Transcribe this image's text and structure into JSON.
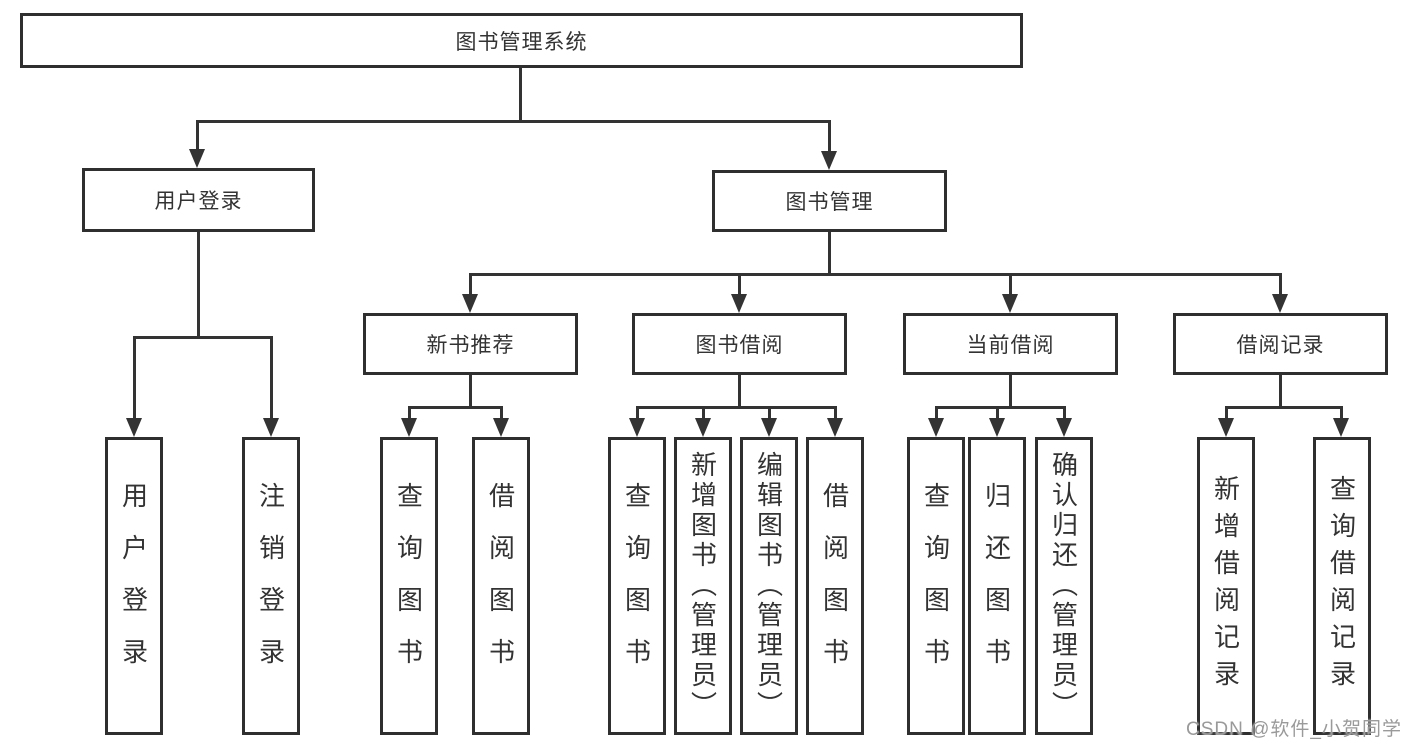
{
  "diagram": {
    "root": {
      "label": "图书管理系统"
    },
    "level2": [
      {
        "label": "用户登录"
      },
      {
        "label": "图书管理"
      }
    ],
    "level3": [
      {
        "label": "新书推荐",
        "parent": "图书管理"
      },
      {
        "label": "图书借阅",
        "parent": "图书管理"
      },
      {
        "label": "当前借阅",
        "parent": "图书管理"
      },
      {
        "label": "借阅记录",
        "parent": "图书管理"
      }
    ],
    "leaves": [
      {
        "label": "用户登录",
        "parent": "用户登录"
      },
      {
        "label": "注销登录",
        "parent": "用户登录"
      },
      {
        "label": "查询图书",
        "parent": "新书推荐"
      },
      {
        "label": "借阅图书",
        "parent": "新书推荐"
      },
      {
        "label": "查询图书",
        "parent": "图书借阅"
      },
      {
        "label": "新增图书（管理员）",
        "parent": "图书借阅"
      },
      {
        "label": "编辑图书（管理员）",
        "parent": "图书借阅"
      },
      {
        "label": "借阅图书",
        "parent": "图书借阅"
      },
      {
        "label": "查询图书",
        "parent": "当前借阅"
      },
      {
        "label": "归还图书",
        "parent": "当前借阅"
      },
      {
        "label": "确认归还（管理员）",
        "parent": "当前借阅"
      },
      {
        "label": "新增借阅记录",
        "parent": "借阅记录"
      },
      {
        "label": "查询借阅记录",
        "parent": "借阅记录"
      }
    ]
  },
  "watermark": "CSDN @软件_小贺同学",
  "colors": {
    "line": "#333333",
    "border": "#2f2f2f",
    "text": "#333333",
    "watermark": "#9a9a9a",
    "background": "#ffffff"
  }
}
